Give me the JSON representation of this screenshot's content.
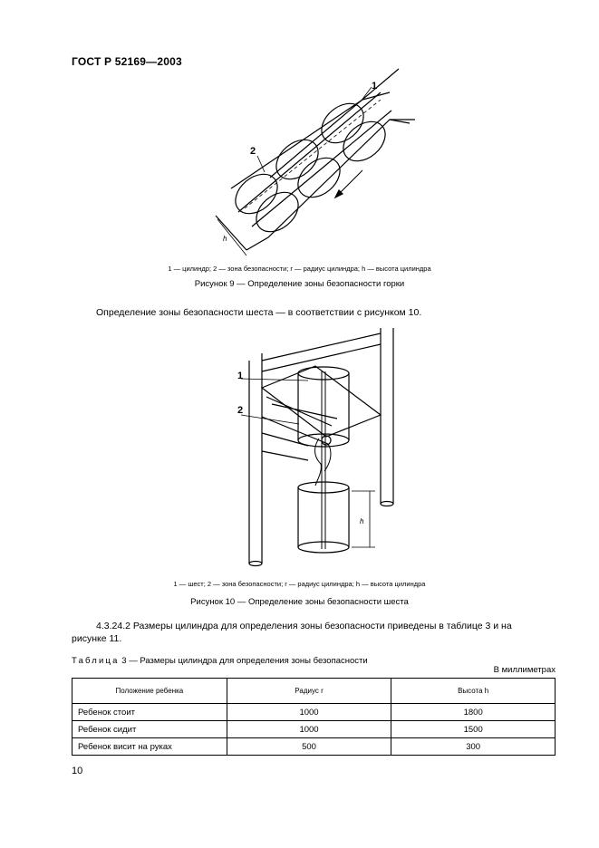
{
  "header": {
    "standard": "ГОСТ Р 52169—2003"
  },
  "figure9": {
    "labels": {
      "one": "1",
      "two": "2",
      "h": "h"
    },
    "legend": "1 — цилиндр; 2 — зона безопасности; r — радиус цилиндра; h — высота цилиндра",
    "caption": "Рисунок 9 — Определение зоны безопасности горки"
  },
  "paragraph_pole": "Определение зоны безопасности шеста — в соответствии с рисунком 10.",
  "figure10": {
    "labels": {
      "one": "1",
      "two": "2",
      "h": "h"
    },
    "legend": "1 — шест; 2 — зона безопасности; r — радиус цилиндра; h — высота цилиндра",
    "caption": "Рисунок 10 — Определение зоны безопасности шеста"
  },
  "section": {
    "line1": "4.3.24.2 Размеры цилиндра для определения зоны безопасности приведены в таблице 3 и на",
    "line2": "рисунке 11."
  },
  "table3": {
    "label_prefix": "Таблица",
    "label_rest": " 3 — Размеры цилиндра для определения зоны безопасности",
    "units": "В миллиметрах",
    "headers": [
      "Положение ребенка",
      "Радиус r",
      "Высота h"
    ],
    "rows": [
      [
        "Ребенок стоит",
        "1000",
        "1800"
      ],
      [
        "Ребенок сидит",
        "1000",
        "1500"
      ],
      [
        "Ребенок висит на руках",
        "500",
        "300"
      ]
    ]
  },
  "page_number": "10"
}
